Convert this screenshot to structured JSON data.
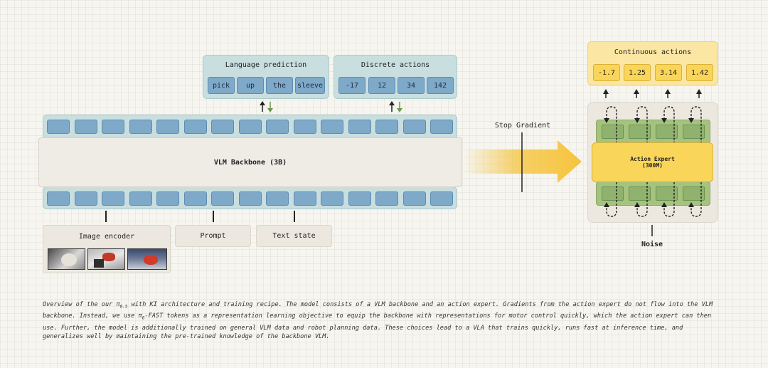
{
  "language_prediction": {
    "title": "Language prediction",
    "tokens": [
      "pick",
      "up",
      "the",
      "sleeve"
    ]
  },
  "discrete_actions": {
    "title": "Discrete actions",
    "tokens": [
      "-17",
      "12",
      "34",
      "142"
    ]
  },
  "backbone": {
    "label": "VLM Backbone (3B)"
  },
  "inputs": {
    "image_encoder": "Image encoder",
    "prompt": "Prompt",
    "text_state": "Text state"
  },
  "stop_gradient": "Stop Gradient",
  "continuous_actions": {
    "title": "Continuous actions",
    "tokens": [
      "-1.7",
      "1.25",
      "3.14",
      "1.42"
    ]
  },
  "action_expert": {
    "line1": "Action Expert",
    "line2": "(300M)"
  },
  "noise": "Noise",
  "colors": {
    "token_blue": "#7fa9c9",
    "panel_teal": "#c9dedf",
    "expert_yellow": "#f9d55a",
    "expert_green": "#8fb26e",
    "gradient_arrow": "#f6c43c"
  },
  "caption": {
    "p1": "Overview of the our ",
    "p2": " with KI architecture and training recipe. The model consists of a VLM backbone and an action expert. Gradients from the action expert do not flow into the VLM backbone. Instead, we use ",
    "p3": "-FAST tokens as a representation learning objective to equip the backbone with representations for motor control quickly, which the action expert can then use. Further, the model is additionally trained on general VLM data and robot planning data. These choices lead to a VLA that trains quickly, runs fast at inference time, and generalizes well by maintaining the pre-trained knowledge of the backbone VLM.",
    "pi05_base": "π",
    "pi05_sub": "0.5",
    "pi0_base": "π",
    "pi0_sub": "0"
  }
}
